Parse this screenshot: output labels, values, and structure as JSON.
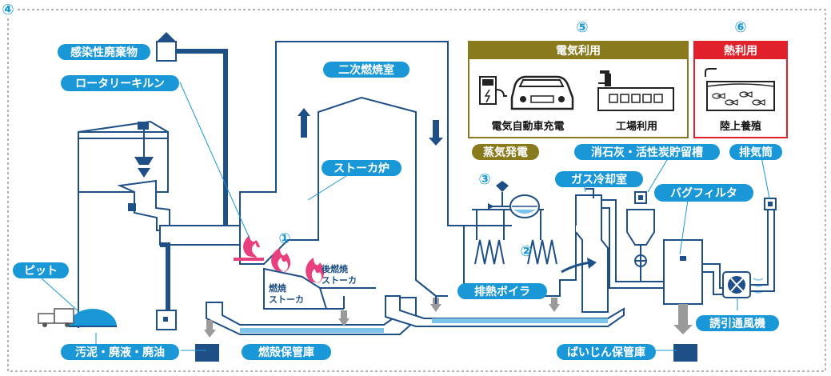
{
  "colors": {
    "primary_blue": "#1a97d6",
    "navy": "#1e4f86",
    "olive_header": "#8a7a1e",
    "red_header": "#e0202a",
    "flame_pink": "#e8407f",
    "water_blue": "#7cc4ec"
  },
  "markers": {
    "n1": "①",
    "n2": "②",
    "n3": "③",
    "n4": "④",
    "n5": "⑤",
    "n6": "⑥"
  },
  "labels": {
    "infectious_waste": "感染性廃棄物",
    "rotary_kiln": "ロータリーキルン",
    "secondary_chamber": "二次燃焼室",
    "stoker_furnace": "ストーカ炉",
    "steam_power": "蒸気発電",
    "slaked_lime_tank": "消石灰・活性炭貯留槽",
    "stack": "排気筒",
    "gas_cooling": "ガス冷却室",
    "bag_filter": "バグフィルタ",
    "waste_boiler": "排熱ボイラ",
    "induced_fan": "誘引通風機",
    "pit": "ピット",
    "sludge": "汚泥・廃液・廃油",
    "ash_storage": "燃殻保管庫",
    "dust_storage": "ばいじん保管庫",
    "after_stoker_1": "後燃焼",
    "after_stoker_2": "ストーカ",
    "burn_stoker_1": "燃焼",
    "burn_stoker_2": "ストーカ"
  },
  "electricity_box": {
    "title": "電気利用",
    "ev_label": "電気自動車充電",
    "factory_label": "工場利用"
  },
  "heat_box": {
    "title": "熱利用",
    "aquaculture_label": "陸上養殖"
  },
  "icons": [
    "ev-charger-icon",
    "car-icon",
    "factory-icon",
    "fish-tank-icon",
    "truck-icon",
    "fan-icon",
    "flame-icon"
  ]
}
